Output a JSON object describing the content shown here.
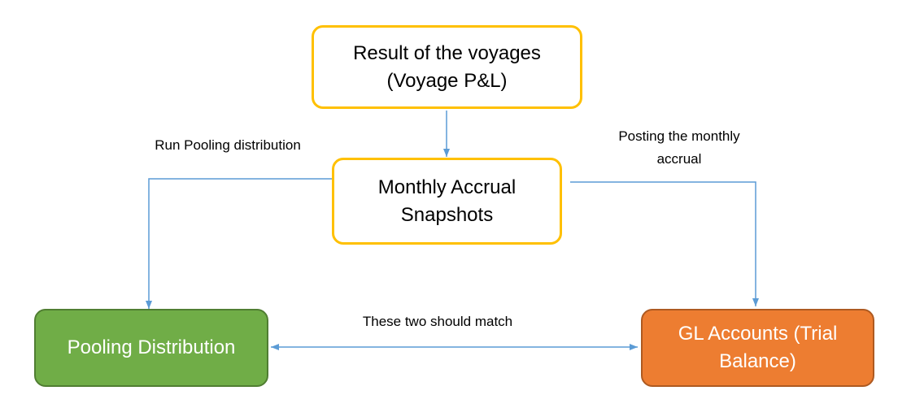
{
  "nodes": {
    "voyage": {
      "line1": "Result of the voyages",
      "line2": "(Voyage P&L)"
    },
    "accrual": {
      "line1": "Monthly Accrual",
      "line2": "Snapshots"
    },
    "pooling": {
      "line1": "Pooling Distribution"
    },
    "gl": {
      "line1": "GL Accounts (Trial",
      "line2": "Balance)"
    }
  },
  "edge_labels": {
    "run_pooling": "Run Pooling distribution",
    "posting_line1": "Posting the monthly",
    "posting_line2": "accrual",
    "match": "These two should match"
  },
  "colors": {
    "connector": "#5b9bd5",
    "snapshot_border": "#ffc000",
    "pooling_fill": "#70ad47",
    "gl_fill": "#ed7d31"
  }
}
